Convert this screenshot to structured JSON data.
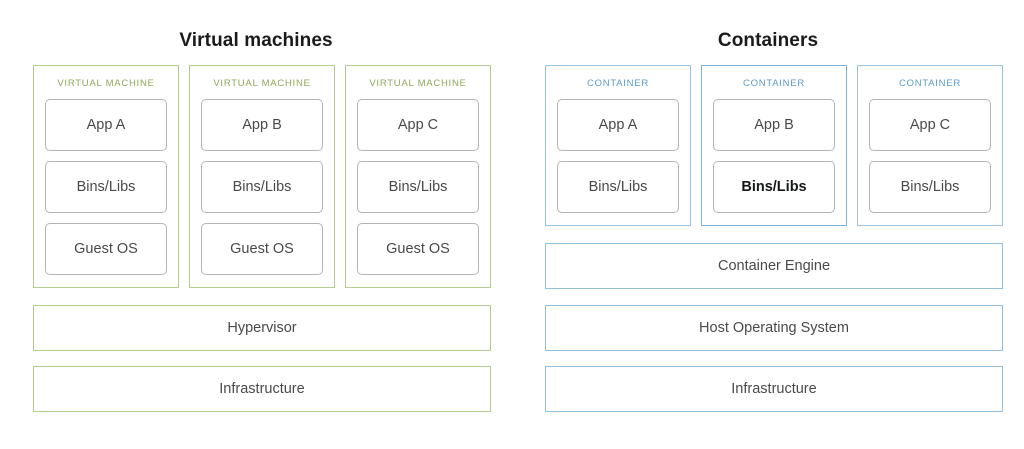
{
  "diagram": {
    "background": "#ffffff",
    "green_accent": "#b5cc8e",
    "green_label": "#8fa85a",
    "blue_accent": "#93c0dd",
    "blue_label": "#5b9bc9",
    "cell_border": "#b4b4b4",
    "text_color": "#4a4a4a"
  },
  "left": {
    "title": "Virtual machines",
    "panels": [
      {
        "label": "VIRTUAL MACHINE",
        "cells": [
          {
            "text": "App A",
            "bold": false
          },
          {
            "text": "Bins/Libs",
            "bold": false
          },
          {
            "text": "Guest OS",
            "bold": false
          }
        ]
      },
      {
        "label": "VIRTUAL MACHINE",
        "cells": [
          {
            "text": "App B",
            "bold": false
          },
          {
            "text": "Bins/Libs",
            "bold": false
          },
          {
            "text": "Guest OS",
            "bold": false
          }
        ]
      },
      {
        "label": "VIRTUAL MACHINE",
        "cells": [
          {
            "text": "App C",
            "bold": false
          },
          {
            "text": "Bins/Libs",
            "bold": false
          },
          {
            "text": "Guest OS",
            "bold": false
          }
        ]
      }
    ],
    "bars": [
      {
        "text": "Hypervisor"
      },
      {
        "text": "Infrastructure"
      }
    ]
  },
  "right": {
    "title": "Containers",
    "panels": [
      {
        "label": "CONTAINER",
        "emphasis": false,
        "cells": [
          {
            "text": "App A",
            "bold": false
          },
          {
            "text": "Bins/Libs",
            "bold": false
          }
        ]
      },
      {
        "label": "CONTAINER",
        "emphasis": true,
        "cells": [
          {
            "text": "App B",
            "bold": false
          },
          {
            "text": "Bins/Libs",
            "bold": true
          }
        ]
      },
      {
        "label": "CONTAINER",
        "emphasis": false,
        "cells": [
          {
            "text": "App C",
            "bold": false
          },
          {
            "text": "Bins/Libs",
            "bold": false
          }
        ]
      }
    ],
    "bars": [
      {
        "text": "Container Engine"
      },
      {
        "text": "Host Operating System"
      },
      {
        "text": "Infrastructure"
      }
    ]
  }
}
